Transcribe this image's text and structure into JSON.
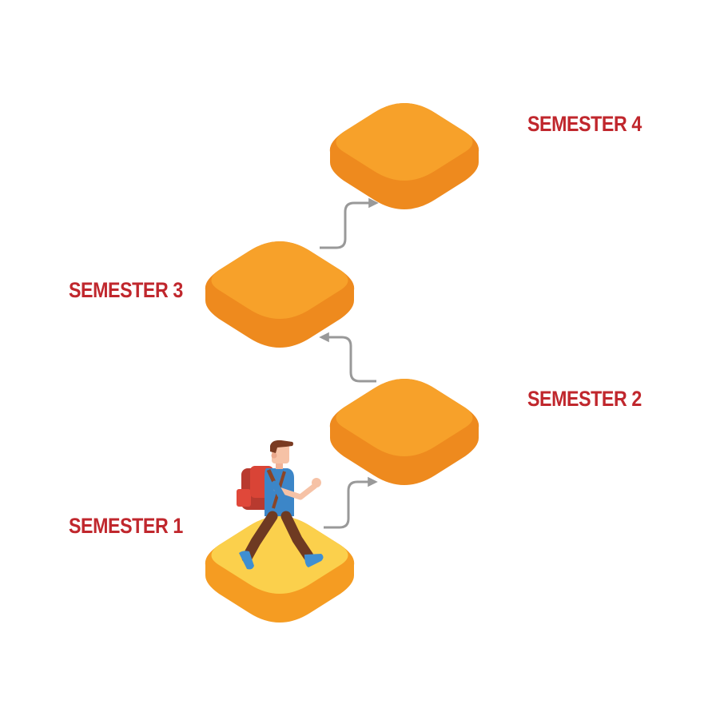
{
  "diagram": {
    "steps": [
      {
        "id": "s1",
        "label": "SEMESTER 1",
        "state": "current"
      },
      {
        "id": "s2",
        "label": "SEMESTER 2",
        "state": "upcoming"
      },
      {
        "id": "s3",
        "label": "SEMESTER 3",
        "state": "upcoming"
      },
      {
        "id": "s4",
        "label": "SEMESTER 4",
        "state": "upcoming"
      }
    ],
    "connections": [
      {
        "from": "s1",
        "to": "s2"
      },
      {
        "from": "s2",
        "to": "s3"
      },
      {
        "from": "s3",
        "to": "s4"
      }
    ],
    "icon": "student-with-backpack-walking-icon"
  },
  "colors": {
    "label_red": "#c0272d",
    "tile_orange_top": "#f7a12a",
    "tile_orange_side": "#ee8a1e",
    "tile_current_top": "#fbd04c",
    "tile_current_side": "#f59c22",
    "arrow_gray": "#999999"
  }
}
